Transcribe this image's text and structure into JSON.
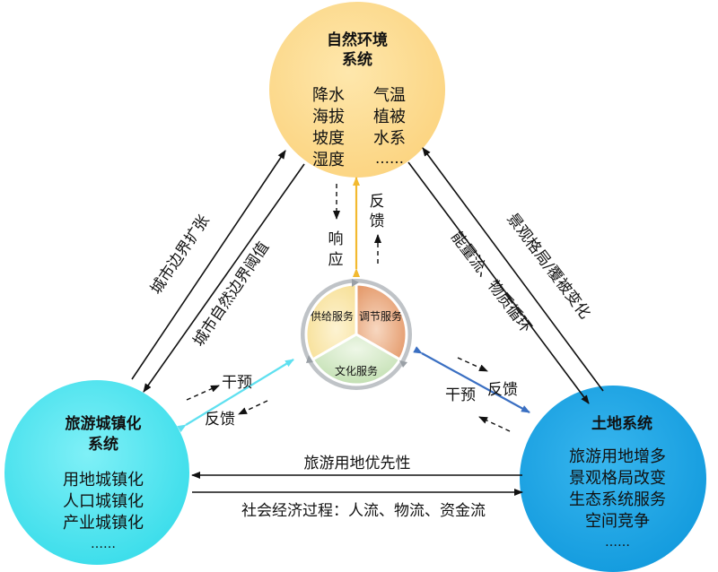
{
  "nodes": {
    "natural": {
      "title_line1": "自然环境",
      "title_line2": "系统",
      "items": [
        "降水",
        "气温",
        "海拔",
        "植被",
        "坡度",
        "水系",
        "湿度",
        "……"
      ],
      "fill": "#fdd98a"
    },
    "urban": {
      "title_line1": "旅游城镇化",
      "title_line2": "系统",
      "items": [
        "用地城镇化",
        "人口城镇化",
        "产业城镇化",
        "……"
      ],
      "fill": "#4ee6f0"
    },
    "land": {
      "title": "土地系统",
      "items": [
        "旅游用地增多",
        "景观格局改变",
        "生态系统服务",
        "空间竞争",
        "……"
      ],
      "fill": "#1ca3e3"
    }
  },
  "center": {
    "supply": "供给服务",
    "regulate": "调节服务",
    "culture": "文化服务",
    "supply_fill": "#fbe9b0",
    "regulate_fill": "#e9a070",
    "culture_fill": "#cfe6c2"
  },
  "edges": {
    "left_outer": "城市边界扩张",
    "left_inner": "城市自然边界阈值",
    "right_outer": "景观格局/覆被变化",
    "right_inner": "能量流、物质循环",
    "bottom_top": "旅游用地优先性",
    "bottom_bottom": "社会经济过程：人流、物流、资金流",
    "top_response": "响应",
    "top_feedback": "反馈",
    "left_intervene": "干预",
    "left_feedback": "反馈",
    "right_feedback": "反馈",
    "right_intervene": "干预"
  },
  "colors": {
    "top_arrow": "#f2b92f",
    "left_arrow": "#5fe0f0",
    "right_arrow": "#3a6fc2"
  }
}
